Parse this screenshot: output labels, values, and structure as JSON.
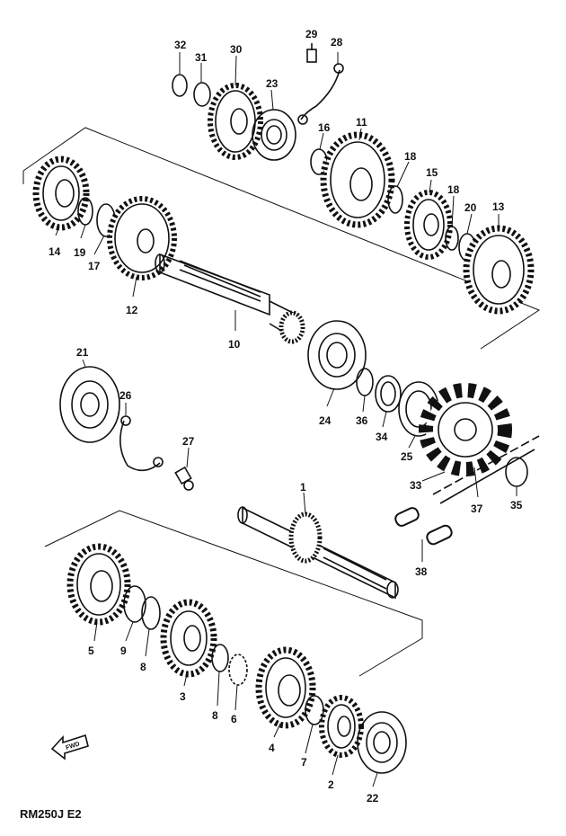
{
  "caption": "RM250J E2",
  "arrow_text": "FWD",
  "parts": [
    {
      "id": "p1",
      "text": "1"
    },
    {
      "id": "p2",
      "text": "2"
    },
    {
      "id": "p3",
      "text": "3"
    },
    {
      "id": "p4",
      "text": "4"
    },
    {
      "id": "p5",
      "text": "5"
    },
    {
      "id": "p6",
      "text": "6"
    },
    {
      "id": "p7",
      "text": "7"
    },
    {
      "id": "p8a",
      "text": "8"
    },
    {
      "id": "p8b",
      "text": "8"
    },
    {
      "id": "p9",
      "text": "9"
    },
    {
      "id": "p10",
      "text": "10"
    },
    {
      "id": "p11",
      "text": "11"
    },
    {
      "id": "p12",
      "text": "12"
    },
    {
      "id": "p13",
      "text": "13"
    },
    {
      "id": "p14",
      "text": "14"
    },
    {
      "id": "p15",
      "text": "15"
    },
    {
      "id": "p16",
      "text": "16"
    },
    {
      "id": "p17",
      "text": "17"
    },
    {
      "id": "p18a",
      "text": "18"
    },
    {
      "id": "p18b",
      "text": "18"
    },
    {
      "id": "p19",
      "text": "19"
    },
    {
      "id": "p20",
      "text": "20"
    },
    {
      "id": "p21",
      "text": "21"
    },
    {
      "id": "p22",
      "text": "22"
    },
    {
      "id": "p23",
      "text": "23"
    },
    {
      "id": "p24",
      "text": "24"
    },
    {
      "id": "p25",
      "text": "25"
    },
    {
      "id": "p26",
      "text": "26"
    },
    {
      "id": "p27",
      "text": "27"
    },
    {
      "id": "p28",
      "text": "28"
    },
    {
      "id": "p29",
      "text": "29"
    },
    {
      "id": "p30",
      "text": "30"
    },
    {
      "id": "p31",
      "text": "31"
    },
    {
      "id": "p32",
      "text": "32"
    },
    {
      "id": "p33",
      "text": "33"
    },
    {
      "id": "p34",
      "text": "34"
    },
    {
      "id": "p35",
      "text": "35"
    },
    {
      "id": "p36",
      "text": "36"
    },
    {
      "id": "p37",
      "text": "37"
    },
    {
      "id": "p38",
      "text": "38"
    }
  ]
}
